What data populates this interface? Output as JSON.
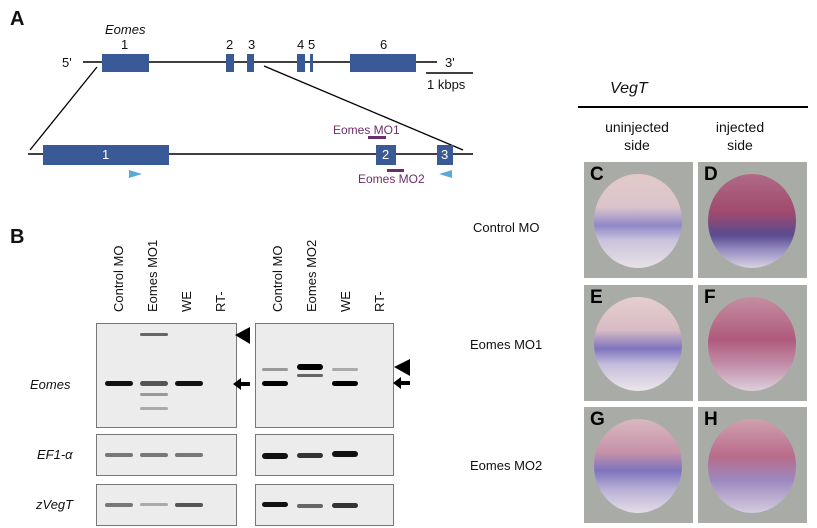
{
  "panelA": {
    "label": "A",
    "gene": "Eomes",
    "exons_top": [
      "1",
      "2",
      "3",
      "4",
      "5",
      "6"
    ],
    "five_prime": "5'",
    "three_prime": "3'",
    "scale": "1 kbps",
    "exons_zoom": [
      "1",
      "2",
      "3"
    ],
    "mo1": "Eomes MO1",
    "mo2": "Eomes MO2",
    "colors": {
      "exon": "#3a5a97",
      "mo": "#6b2d6b",
      "primer": "#5aaad8"
    }
  },
  "panelB": {
    "label": "B",
    "lanes_left": [
      "Control MO",
      "Eomes MO1",
      "WE",
      "RT-"
    ],
    "lanes_right": [
      "Control MO",
      "Eomes MO2",
      "WE",
      "RT-"
    ],
    "rows": [
      "Eomes",
      "EF1-α",
      "zVegT"
    ]
  },
  "panelC": {
    "title": "VegT",
    "col1": "uninjected side",
    "col2": "injected side",
    "rows": [
      "Control MO",
      "Eomes MO1",
      "Eomes MO2"
    ],
    "letters": [
      "C",
      "D",
      "E",
      "F",
      "G",
      "H"
    ]
  }
}
